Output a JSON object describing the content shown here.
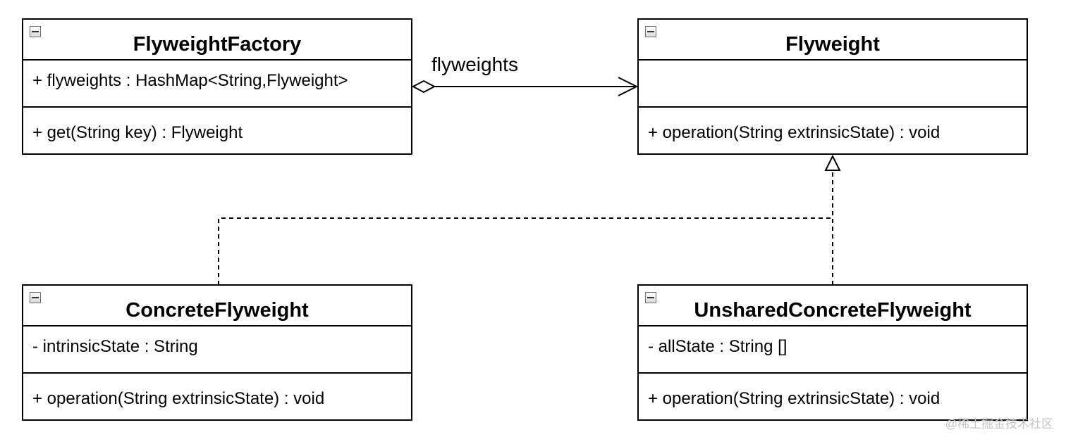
{
  "classes": {
    "flyweight_factory": {
      "name": "FlyweightFactory",
      "attributes": [
        "+ flyweights : HashMap<String,Flyweight>"
      ],
      "operations": [
        "+ get(String key) : Flyweight"
      ]
    },
    "flyweight": {
      "name": "Flyweight",
      "attributes": [],
      "operations": [
        "+ operation(String extrinsicState) : void"
      ]
    },
    "concrete_flyweight": {
      "name": "ConcreteFlyweight",
      "attributes": [
        "- intrinsicState : String"
      ],
      "operations": [
        "+ operation(String extrinsicState) : void"
      ]
    },
    "unshared_concrete_flyweight": {
      "name": "UnsharedConcreteFlyweight",
      "attributes": [
        "- allState : String []"
      ],
      "operations": [
        "+ operation(String extrinsicState) : void"
      ]
    }
  },
  "relations": {
    "association_label": "flyweights"
  },
  "watermark": "@稀土掘金技术社区"
}
